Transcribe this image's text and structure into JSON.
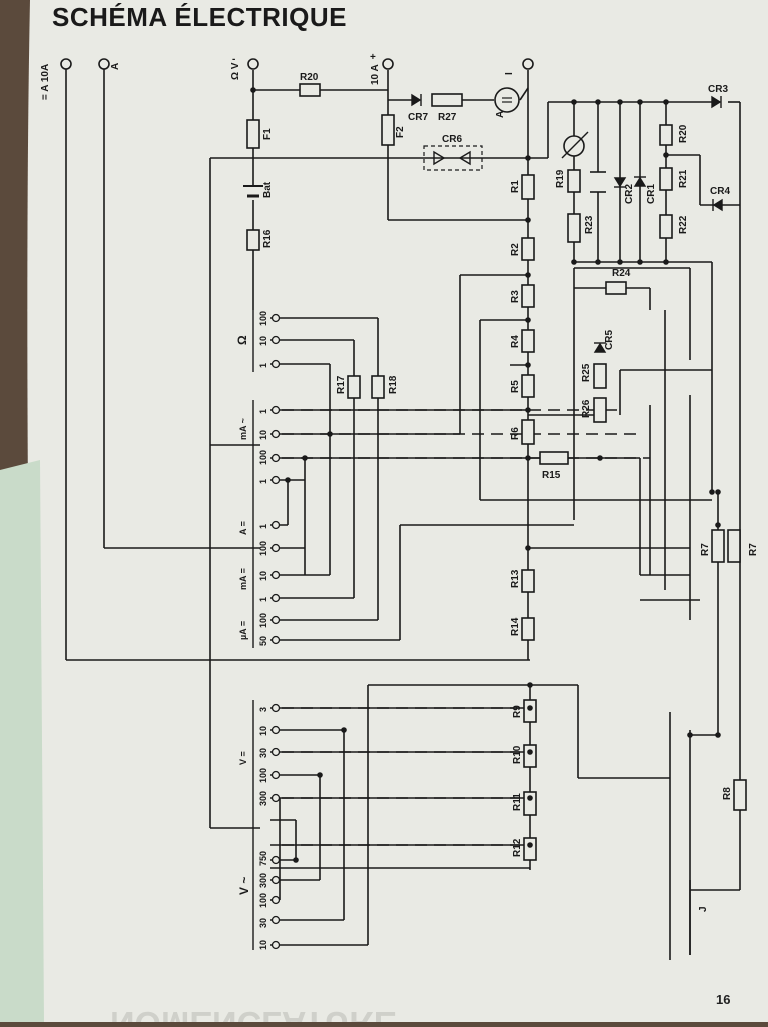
{
  "page": {
    "title": "SCHÉMA ÉLECTRIQUE",
    "page_number": "16"
  },
  "colors": {
    "paper": "#e9eae4",
    "ink": "#1a1a1a",
    "backing": "#5b4a3c"
  },
  "diagram": {
    "terminals": {
      "t1": "= A 10A",
      "t2": "A",
      "t3_top": "-",
      "t3_bottom": "Ω V",
      "t4_top": "+",
      "t4_bottom": "10 A",
      "t5": "I"
    },
    "components": {
      "r20": "R20",
      "r27": "R27",
      "cr7": "CR7",
      "cr6": "CR6",
      "f1": "F1",
      "f2": "F2",
      "bat": "Bat",
      "r16": "R16",
      "meter": "A",
      "r1": "R1",
      "r2": "R2",
      "r3": "R3",
      "r4": "R4",
      "r5": "R5",
      "r6": "R6",
      "r15": "R15",
      "r13": "R13",
      "r14": "R14",
      "r17": "R17",
      "r18": "R18",
      "r19": "R19",
      "r23": "R23",
      "r24": "R24",
      "r25": "R25",
      "r26": "R26",
      "cr5": "CR5",
      "cr2": "CR2",
      "cr1": "CR1",
      "r20b": "R20",
      "r21": "R21",
      "r22": "R22",
      "cr3": "CR3",
      "cr4": "CR4",
      "r7a": "R7",
      "r7b": "R7",
      "r9": "R9",
      "r10": "R10",
      "r11": "R11",
      "r12": "R12",
      "r8": "R8",
      "switch_j": "J"
    },
    "ranges": {
      "ohm": {
        "label": "Ω",
        "positions": [
          "100",
          "10",
          "1"
        ]
      },
      "ma_ac": {
        "label": "mA ~",
        "positions": [
          "1",
          "10",
          "100"
        ]
      },
      "a_dc": {
        "label": "A =",
        "positions": [
          "1",
          "1"
        ]
      },
      "ma_dc": {
        "label": "mA =",
        "positions": [
          "100",
          "10",
          "1"
        ]
      },
      "ua_dc": {
        "label": "µA =",
        "positions": [
          "100",
          "50"
        ]
      },
      "v_dc": {
        "label": "V =",
        "positions": [
          "3",
          "10",
          "30",
          "100",
          "300"
        ]
      },
      "v_ac": {
        "label": "V ~",
        "positions": [
          "750",
          "300",
          "100",
          "30",
          "10"
        ]
      }
    },
    "background_text": "NOMENCLATURE"
  }
}
